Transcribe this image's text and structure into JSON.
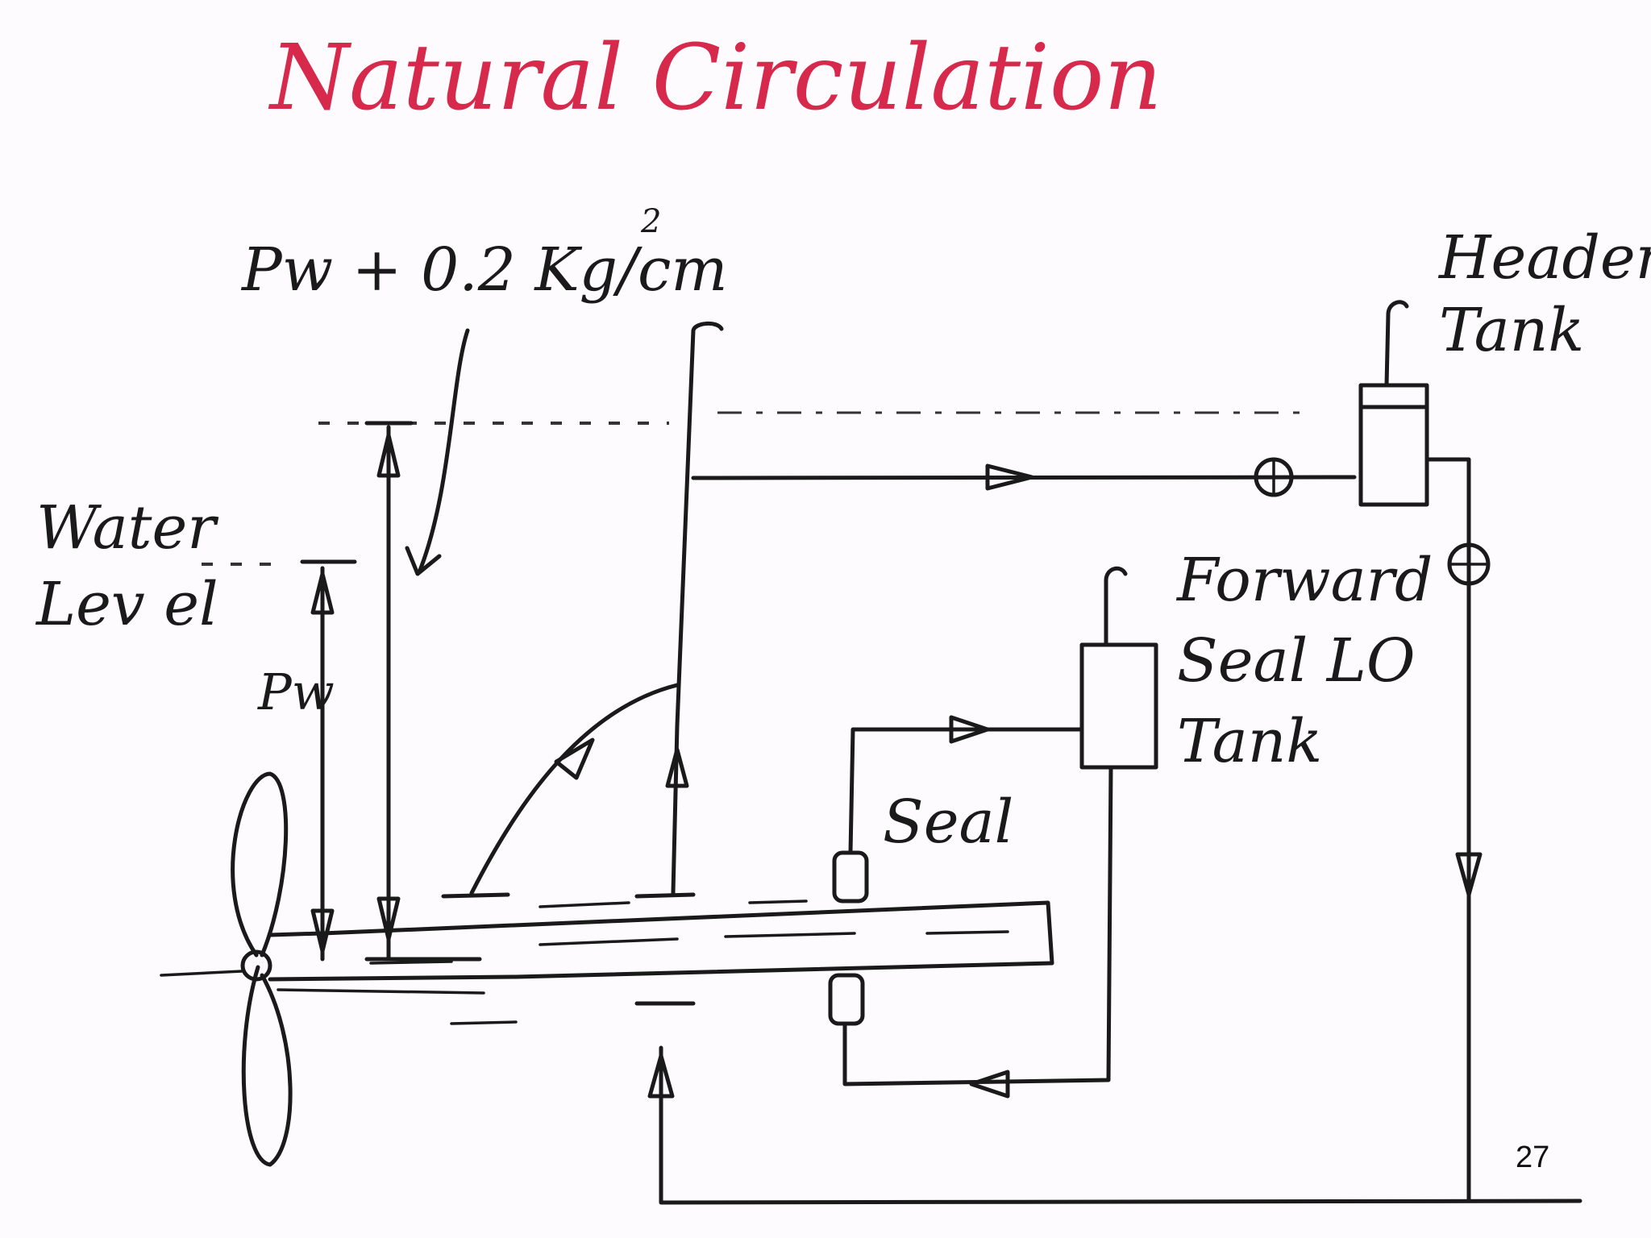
{
  "title": "Natural Circulation",
  "labels": {
    "pressure": "Pw + 0.2 Kg/cm",
    "pressure_sup": "2",
    "water_level_line1": "Water",
    "water_level_line2": "Lev el",
    "pw": "Pw",
    "header_tank_line1": "Header",
    "header_tank_line2": "Tank",
    "forward_line1": "Forward",
    "forward_line2": "Seal LO",
    "forward_line3": "Tank",
    "seal": "Seal"
  },
  "page_number": "27"
}
